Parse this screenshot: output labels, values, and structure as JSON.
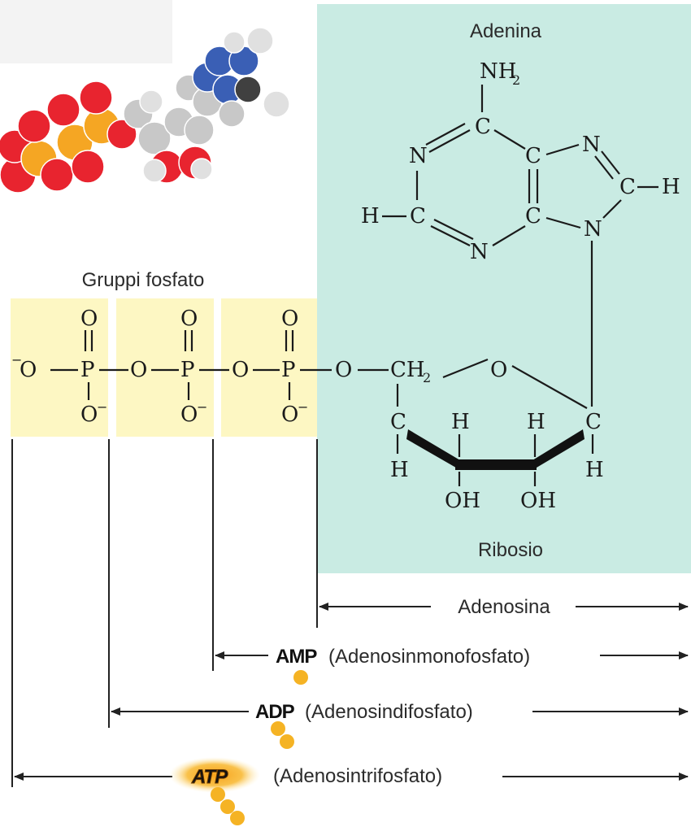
{
  "labels": {
    "adenine": "Adenina",
    "phosphate_groups": "Gruppi fosfato",
    "ribose": "Ribosio",
    "adenosine": "Adenosina"
  },
  "molecules": [
    {
      "abbr": "AMP",
      "name": "(Adenosinmonofosfato)",
      "phosphate_count": 1
    },
    {
      "abbr": "ADP",
      "name": "(Adenosindifosfato)",
      "phosphate_count": 2
    },
    {
      "abbr": "ATP",
      "name": "(Adenosintrifosfato)",
      "phosphate_count": 3
    }
  ],
  "atoms": {
    "N": "N",
    "C": "C",
    "H": "H",
    "O": "O",
    "P": "P",
    "NH": "NH",
    "two": "2",
    "CH": "CH",
    "OH": "OH",
    "Ominus": "O",
    "minus": "−",
    "ominus_sup": "−"
  },
  "colors": {
    "adenosine_panel": "#c9ebe3",
    "phosphate_box": "#fdf7c3",
    "phosphorus_sphere": "#f5a623",
    "oxygen_sphere": "#e8242f",
    "carbon_sphere": "#c8c8c8",
    "nitrogen_sphere": "#3a5fb5",
    "energy_dot": "#f5b324"
  }
}
